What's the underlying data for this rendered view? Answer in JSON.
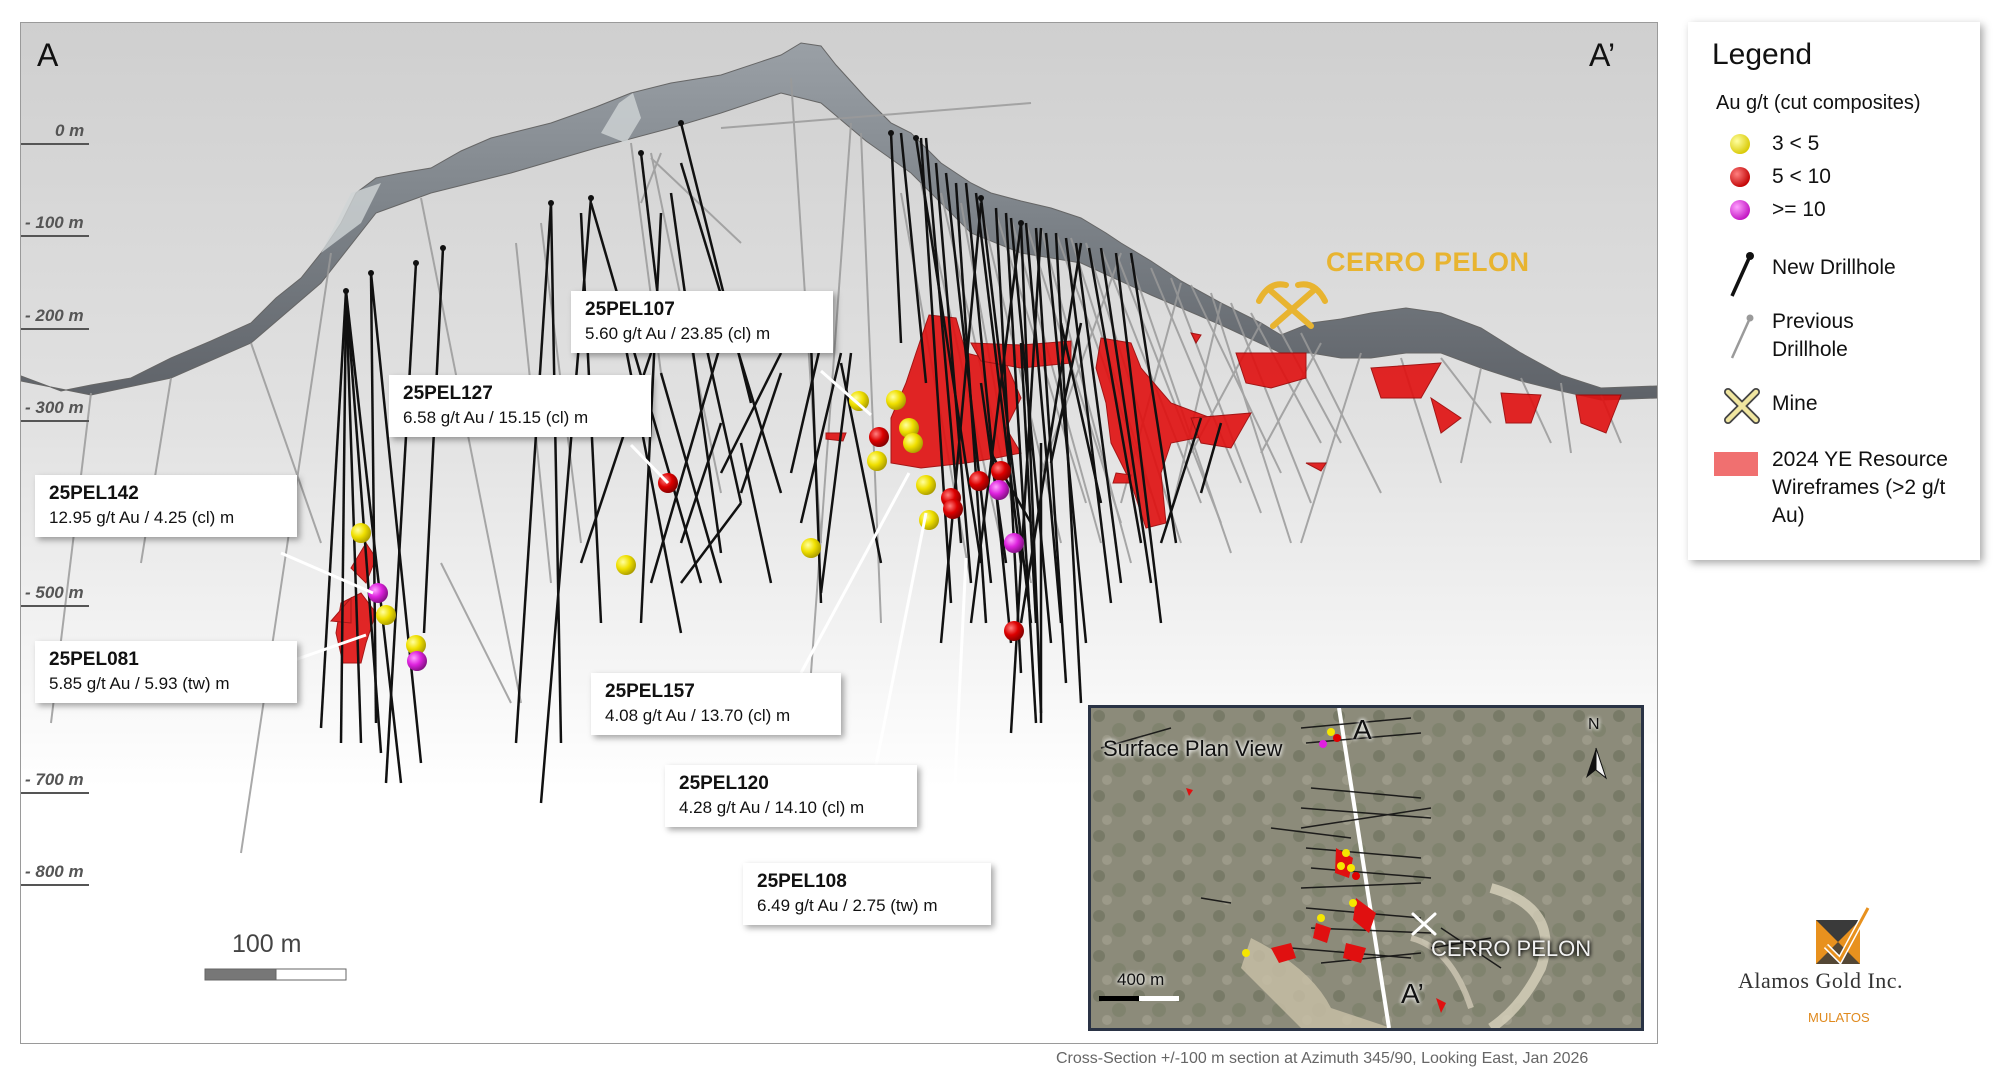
{
  "section": {
    "corner_left": "A",
    "corner_right": "A’",
    "depth_labels": [
      "0 m",
      "- 100 m",
      "- 200 m",
      "- 300 m",
      "- 500 m",
      "- 700 m",
      "- 800 m"
    ],
    "deposit_label": "CERRO PELON",
    "scale_label": "100 m",
    "caption": "Cross-Section +/-100 m section at Azimuth 345/90, Looking East, Jan 2026"
  },
  "callouts": [
    {
      "hole": "25PEL107",
      "grade": "5.60 g/t Au / 23.85 (cl) m"
    },
    {
      "hole": "25PEL127",
      "grade": "6.58 g/t Au / 15.15 (cl) m"
    },
    {
      "hole": "25PEL142",
      "grade": "12.95 g/t Au / 4.25 (cl) m"
    },
    {
      "hole": "25PEL081",
      "grade": "5.85 g/t Au / 5.93 (tw) m"
    },
    {
      "hole": "25PEL157",
      "grade": "4.08 g/t Au / 13.70 (cl) m"
    },
    {
      "hole": "25PEL120",
      "grade": "4.28 g/t Au / 14.10 (cl) m"
    },
    {
      "hole": "25PEL108",
      "grade": "6.49 g/t Au / 2.75 (tw) m"
    }
  ],
  "legend": {
    "title": "Legend",
    "subtitle": "Au g/t (cut composites)",
    "grade_classes": [
      {
        "label": "3 < 5",
        "color": "#f5e600"
      },
      {
        "label": "5 < 10",
        "color": "#e00000"
      },
      {
        "label": ">= 10",
        "color": "#e020e0"
      }
    ],
    "new_drillhole": "New Drillhole",
    "previous_drillhole": "Previous Drillhole",
    "mine": "Mine",
    "resource": "2024 YE Resource Wireframes (>2 g/t Au)"
  },
  "inset": {
    "title": "Surface Plan View",
    "north": "N",
    "label_a": "A",
    "label_a_prime": "A’",
    "deposit_label": "CERRO PELON",
    "scale_label": "400 m"
  },
  "logo": {
    "name": "Alamos Gold Inc.",
    "sub": "MULATOS"
  },
  "colors": {
    "resource_red": "#e01010",
    "deposit_gold": "#e8b430",
    "logo_orange": "#e8911e"
  }
}
